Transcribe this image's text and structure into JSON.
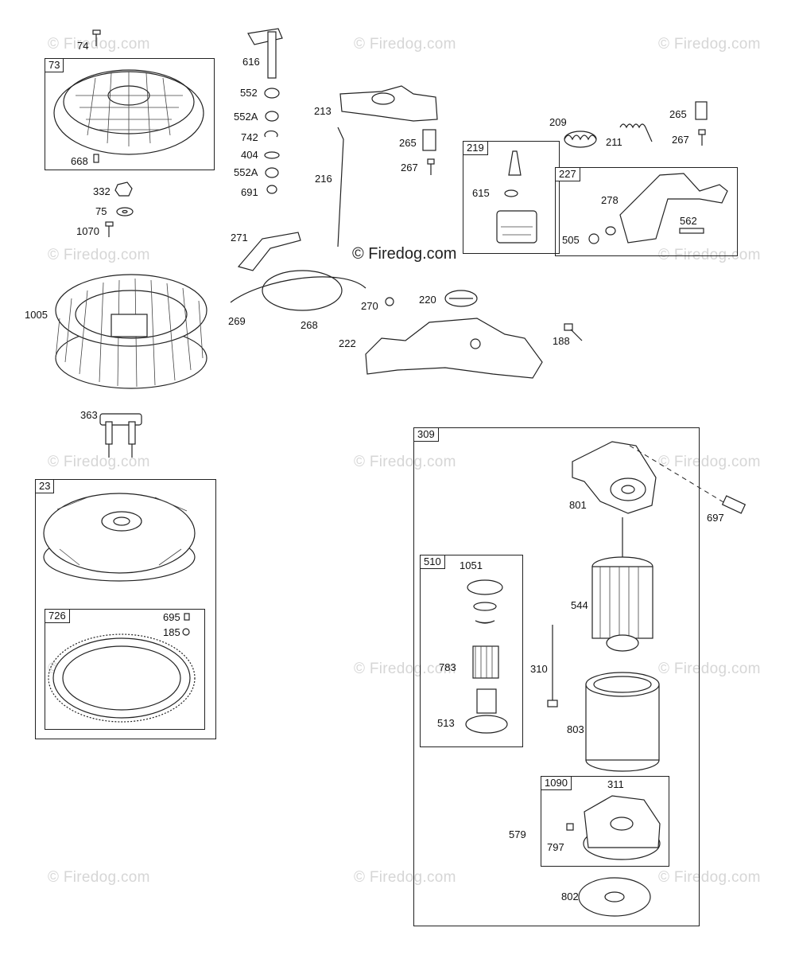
{
  "watermark": "© Firedog.com",
  "center_watermark": "© Firedog.com",
  "boxes": {
    "73": "73",
    "219": "219",
    "227": "227",
    "23": "23",
    "726": "726",
    "309": "309",
    "510": "510",
    "1090": "1090"
  },
  "parts": {
    "p74": "74",
    "p668": "668",
    "p332": "332",
    "p75": "75",
    "p1070": "1070",
    "p1005": "1005",
    "p363": "363",
    "p695": "695",
    "p185": "185",
    "p616": "616",
    "p552": "552",
    "p552a_1": "552A",
    "p742": "742",
    "p404": "404",
    "p552a_2": "552A",
    "p691": "691",
    "p213": "213",
    "p216": "216",
    "p265a": "265",
    "p267a": "267",
    "p271": "271",
    "p269": "269",
    "p268": "268",
    "p270": "270",
    "p220": "220",
    "p222": "222",
    "p615": "615",
    "p209": "209",
    "p211": "211",
    "p265b": "265",
    "p267b": "267",
    "p278": "278",
    "p562": "562",
    "p505": "505",
    "p188": "188",
    "p801": "801",
    "p697": "697",
    "p544": "544",
    "p1051": "1051",
    "p783": "783",
    "p513": "513",
    "p310": "310",
    "p803": "803",
    "p311": "311",
    "p579": "579",
    "p797": "797",
    "p802": "802"
  }
}
